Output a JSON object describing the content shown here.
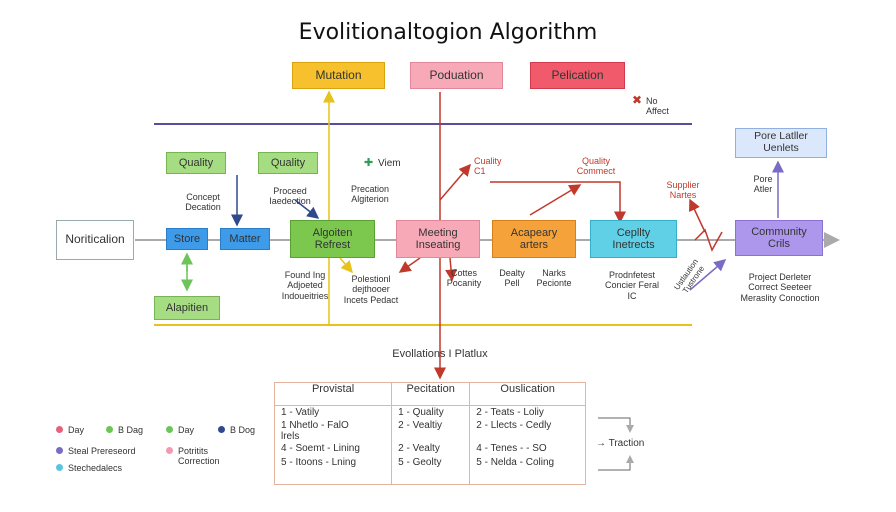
{
  "title": "Evolitionaltogion Algorithm",
  "top_boxes": {
    "mutation": "Mutation",
    "population": "Poduation",
    "pelication": "Pelication"
  },
  "no_affect": "No\nAffect",
  "quality_left_1": "Quality",
  "quality_left_2": "Quality",
  "view_label": "Viem",
  "concept_label": "Concept\nDecation",
  "process_label": "Proceed\nIaedection",
  "preparation_label": "Precation\nAlgiterion",
  "quality_c": "Cuality\nC1",
  "quality_comment": "Quality\nCommect",
  "supplier_notes": "Supplier\nNartes",
  "pore_box": "Pore Latller\nUenlets",
  "pore_side": "Pore\nAtler",
  "flow": {
    "notification": "Noriticalion",
    "store": "Store",
    "matter": "Matter",
    "algorithm_refresh": "Algoiten\nRefrest",
    "meeting": "Meeting\nInseating",
    "accuracy": "Acapeary\narters",
    "capability": "Cepllty\nInetrects",
    "community": "Community\nCrils"
  },
  "algorithm_box": "Alapitien",
  "under_labels": {
    "found": "Found Ing\nAdjoeted\nIndoueitries",
    "relational": "Polestionl\ndejthooer\nIncets Pedact",
    "collects": "Cottes\nPocanity",
    "quality_path": "Dealty\nPell",
    "marks": "Narks\nPecionte",
    "professional": "Prodnfetest\nConcier Feral\nIC",
    "vertical": "Ustlaution\nTustrone",
    "project": "Project Derleter\nCorrect Seeteer\nMeraslity Conoction"
  },
  "platform_title": "Evollations I Platlux",
  "table": {
    "headers": [
      "Provistal",
      "Pecitation",
      "Ouslication"
    ],
    "columns": [
      [
        {
          "text": "1 - Vatily",
          "tall": false
        },
        {
          "text": "1 Nhetlo - FalO\n  lrels",
          "tall": true
        },
        {
          "text": "4 - Soemt - Lining",
          "tall": false
        },
        {
          "text": "5 - Itoons - Lning",
          "tall": false
        }
      ],
      [
        {
          "text": "1 - Quality",
          "tall": false
        },
        {
          "text": "2 - Vealtiy",
          "tall": true
        },
        {
          "text": "2 - Vealty",
          "tall": false
        },
        {
          "text": "5 - Geolty",
          "tall": false
        }
      ],
      [
        {
          "text": "2 - Teats - Loliy",
          "tall": false
        },
        {
          "text": "2 - Llects - Cedly",
          "tall": true
        },
        {
          "text": "4 - Tenes - - SO",
          "tall": false
        },
        {
          "text": "5 - Nelda - Coling",
          "tall": false
        }
      ]
    ]
  },
  "traction": "→ Traction",
  "legend": [
    {
      "label": "Day",
      "color": "#e8607a"
    },
    {
      "label": "B Dag",
      "color": "#6cc45a"
    },
    {
      "label": "Day",
      "color": "#6cc45a"
    },
    {
      "label": "B Dog",
      "color": "#2e4a8a"
    },
    {
      "label": "Steal Prereseord",
      "color": "#7b6bc4"
    },
    {
      "label": "Potritits\nCorrection",
      "color": "#f49ab0"
    },
    {
      "label": "Stechedalecs",
      "color": "#5ec3e0"
    }
  ]
}
